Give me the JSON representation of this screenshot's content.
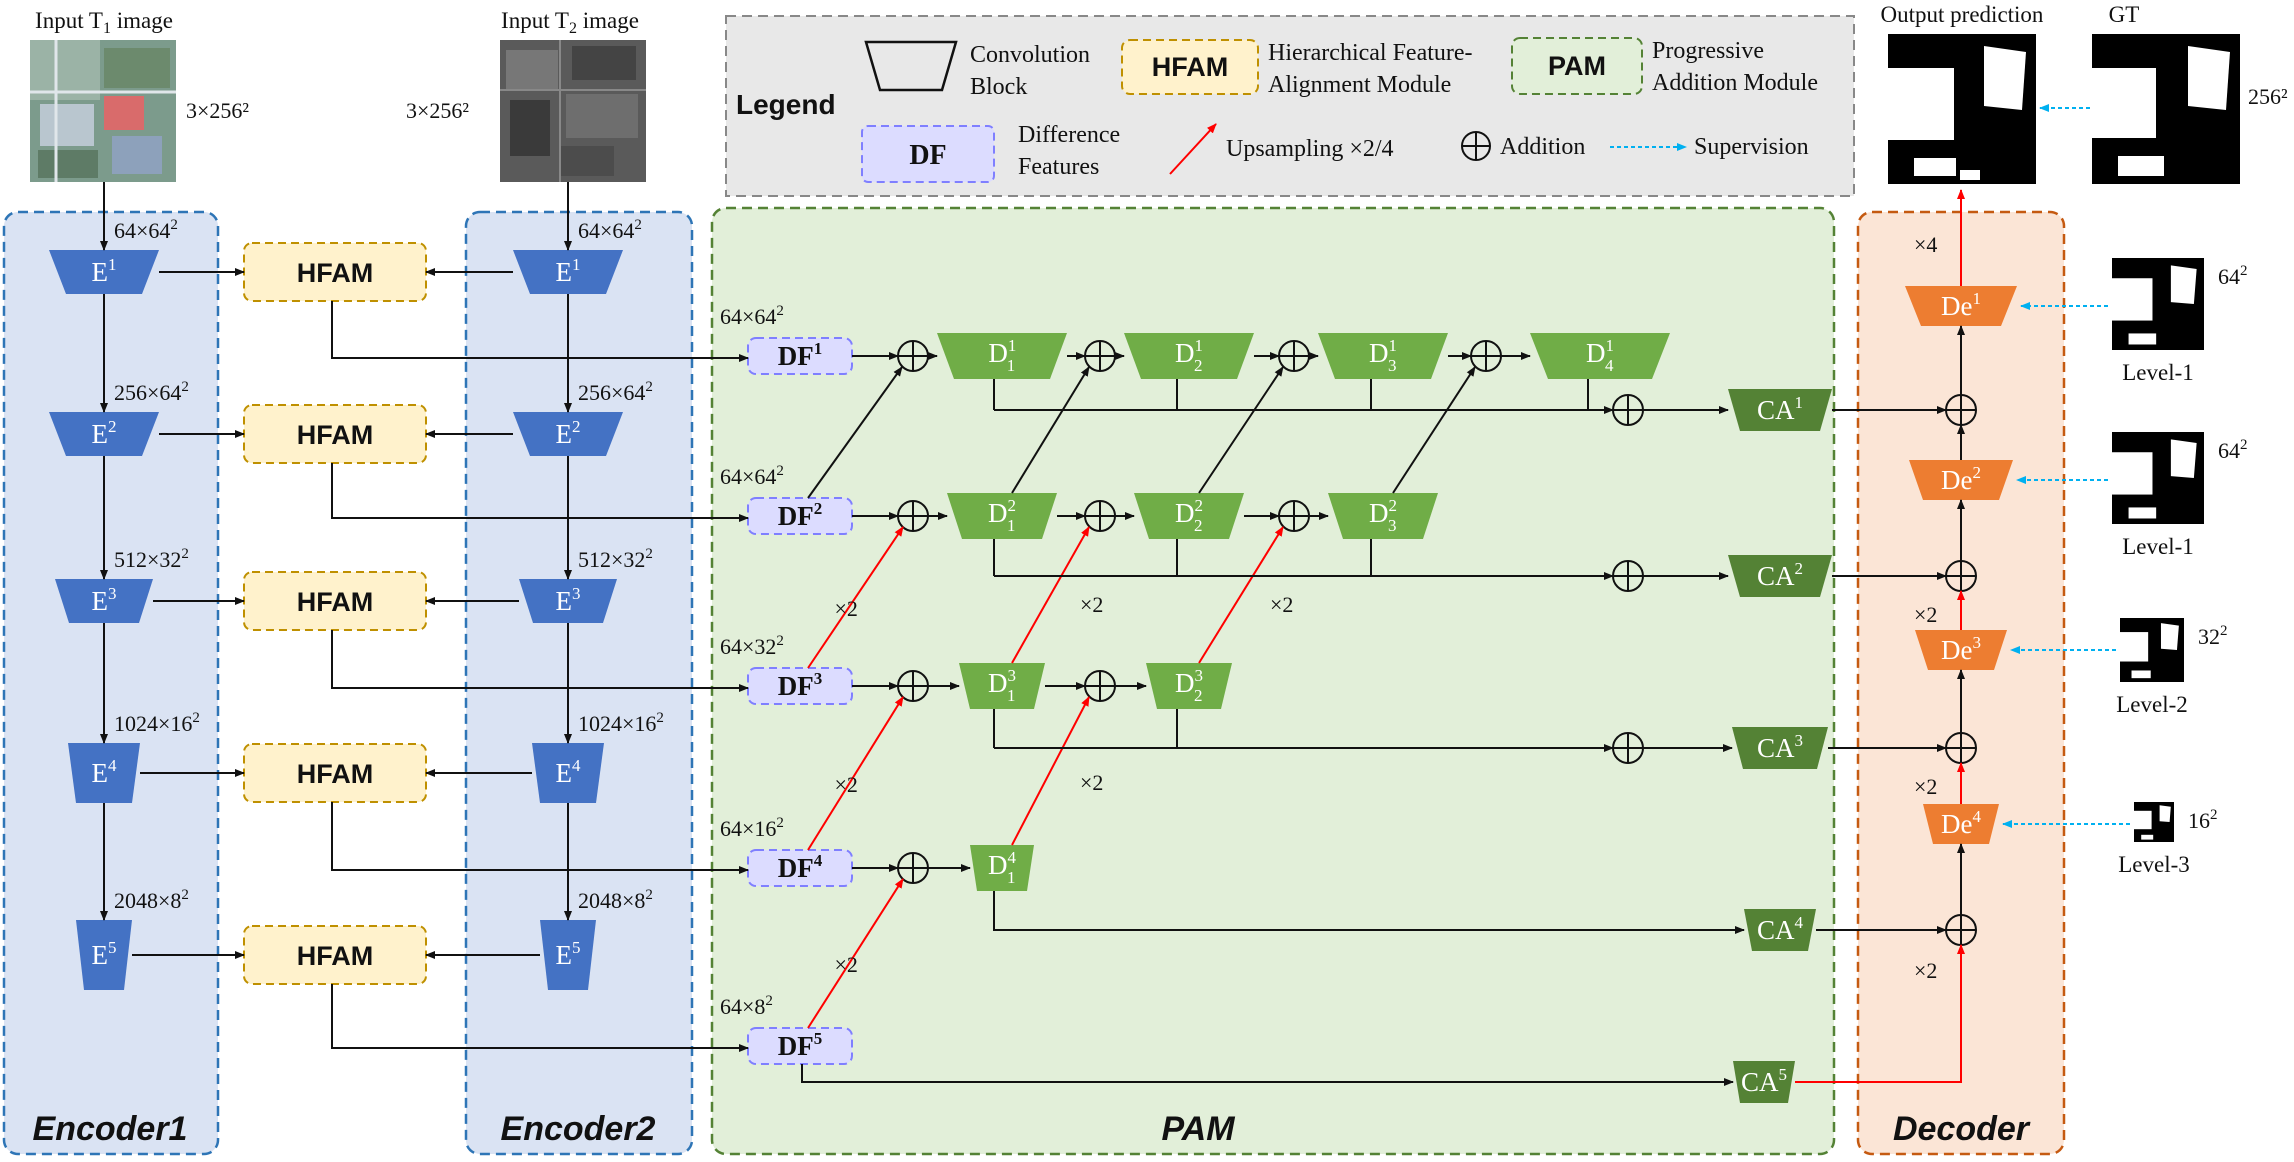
{
  "inputs": {
    "t1_label": "Input T1 image",
    "t2_label": "Input T2 image",
    "t1_dim": "3×256²",
    "t2_dim": "3×256²"
  },
  "output": {
    "pred_label": "Output prediction",
    "gt_label": "GT",
    "gt_dim": "256²"
  },
  "legend": {
    "title": "Legend",
    "conv_block": "Convolution Block",
    "hfam_abbr": "HFAM",
    "hfam_text": "Hierarchical Feature-Alignment Module",
    "pam_abbr": "PAM",
    "pam_text": "Progressive Addition Module",
    "df_abbr": "DF",
    "df_text": "Difference Features",
    "upsampling": "Upsampling ×2/4",
    "addition": "Addition",
    "supervision": "Supervision"
  },
  "regions": {
    "encoder1": "Encoder1",
    "encoder2": "Encoder2",
    "pam": "PAM",
    "decoder": "Decoder"
  },
  "encoder": {
    "blocks": [
      "E1",
      "E2",
      "E3",
      "E4",
      "E5"
    ],
    "dims": [
      "64×64²",
      "256×64²",
      "512×32²",
      "1024×16²",
      "2048×8²"
    ]
  },
  "hfam": {
    "label": "HFAM"
  },
  "df": {
    "labels": [
      "DF1",
      "DF2",
      "DF3",
      "DF4",
      "DF5"
    ],
    "dims": [
      "64×64²",
      "64×64²",
      "64×32²",
      "64×16²",
      "64×8²"
    ]
  },
  "pam_blocks": {
    "row1": [
      "D1 1",
      "D1 2",
      "D1 3",
      "D1 4"
    ],
    "row2": [
      "D2 1",
      "D2 2",
      "D2 3"
    ],
    "row3": [
      "D3 1",
      "D3 2"
    ],
    "row4": [
      "D4 1"
    ]
  },
  "ca": [
    "CA1",
    "CA2",
    "CA3",
    "CA4",
    "CA5"
  ],
  "decoder": {
    "blocks": [
      "De1",
      "De2",
      "De3",
      "De4"
    ],
    "x4": "×4",
    "x2": "×2"
  },
  "supervision_levels": [
    {
      "dim": "64²",
      "label": "Level-1"
    },
    {
      "dim": "64²",
      "label": "Level-1"
    },
    {
      "dim": "32²",
      "label": "Level-2"
    },
    {
      "dim": "16²",
      "label": "Level-3"
    }
  ],
  "upsample_label": "×2",
  "colors": {
    "encoder_block": "#4472c4",
    "pam_block": "#70ad47",
    "ca_block": "#548235",
    "decoder_block": "#ed7d31",
    "upsample_arrow": "#ff0000",
    "supervision_arrow": "#00b0f0",
    "encoder_bg": "#dae3f3",
    "pam_bg": "#e2efd9",
    "decoder_bg": "#fbe5d6",
    "hfam_bg": "#fff2cc",
    "df_bg": "#dcdcff"
  }
}
